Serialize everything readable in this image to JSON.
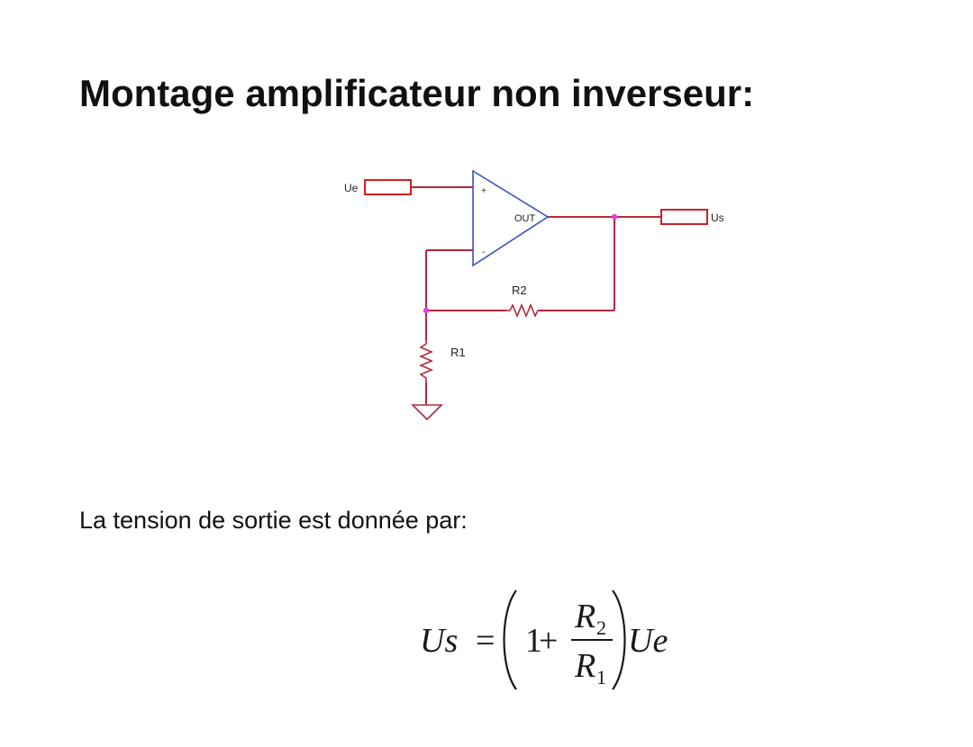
{
  "title": "Montage amplificateur non inverseur:",
  "circuit": {
    "input_label": "Ue",
    "output_label": "Us",
    "opamp_plus": "+",
    "opamp_minus": "-",
    "opamp_out": "OUT",
    "r1_label": "R1",
    "r2_label": "R2",
    "colors": {
      "wire": "#b5283c",
      "opamp": "#3a4fc4",
      "node": "#e040e0",
      "port": "#d02020"
    }
  },
  "intro_text": "La tension de sortie est donnée par:",
  "formula": {
    "lhs": "Us",
    "equals": "=",
    "one": "1",
    "plus": "+",
    "num_letter": "R",
    "num_sub": "2",
    "den_letter": "R",
    "den_sub": "1",
    "rhs": "Ue"
  }
}
